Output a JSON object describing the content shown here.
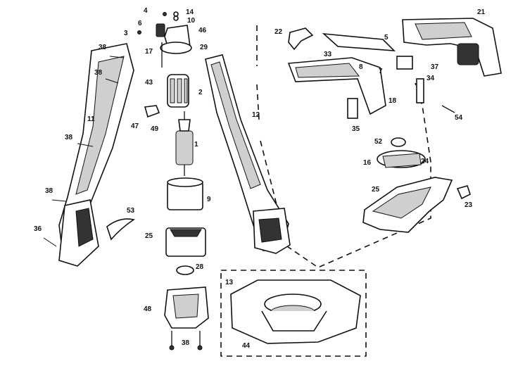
{
  "diagram": {
    "part_labels": [
      {
        "id": "p4",
        "text": "4"
      },
      {
        "id": "p14",
        "text": "14"
      },
      {
        "id": "p10",
        "text": "10"
      },
      {
        "id": "p6",
        "text": "6"
      },
      {
        "id": "p46",
        "text": "46"
      },
      {
        "id": "p3",
        "text": "3"
      },
      {
        "id": "p17",
        "text": "17"
      },
      {
        "id": "p29",
        "text": "29"
      },
      {
        "id": "p38a",
        "text": "38"
      },
      {
        "id": "p38b",
        "text": "38"
      },
      {
        "id": "p43",
        "text": "43"
      },
      {
        "id": "p2",
        "text": "2"
      },
      {
        "id": "p11",
        "text": "11"
      },
      {
        "id": "p47",
        "text": "47"
      },
      {
        "id": "p49",
        "text": "49"
      },
      {
        "id": "p38c",
        "text": "38"
      },
      {
        "id": "p1",
        "text": "1"
      },
      {
        "id": "p12",
        "text": "12"
      },
      {
        "id": "p38d",
        "text": "38"
      },
      {
        "id": "p9",
        "text": "9"
      },
      {
        "id": "p53",
        "text": "53"
      },
      {
        "id": "p36",
        "text": "36"
      },
      {
        "id": "p25a",
        "text": "25"
      },
      {
        "id": "p28",
        "text": "28"
      },
      {
        "id": "p48",
        "text": "48"
      },
      {
        "id": "p38e",
        "text": "38"
      },
      {
        "id": "p22",
        "text": "22"
      },
      {
        "id": "p5",
        "text": "5"
      },
      {
        "id": "p33",
        "text": "33"
      },
      {
        "id": "p21",
        "text": "21"
      },
      {
        "id": "p7",
        "text": "7"
      },
      {
        "id": "p37",
        "text": "37"
      },
      {
        "id": "p8",
        "text": "8"
      },
      {
        "id": "p34",
        "text": "34"
      },
      {
        "id": "p18",
        "text": "18"
      },
      {
        "id": "p35",
        "text": "35"
      },
      {
        "id": "p54",
        "text": "54"
      },
      {
        "id": "p52",
        "text": "52"
      },
      {
        "id": "p16",
        "text": "16"
      },
      {
        "id": "p24",
        "text": "24"
      },
      {
        "id": "p25b",
        "text": "25"
      },
      {
        "id": "p23",
        "text": "23"
      },
      {
        "id": "p13",
        "text": "13"
      },
      {
        "id": "p44",
        "text": "44"
      }
    ]
  }
}
